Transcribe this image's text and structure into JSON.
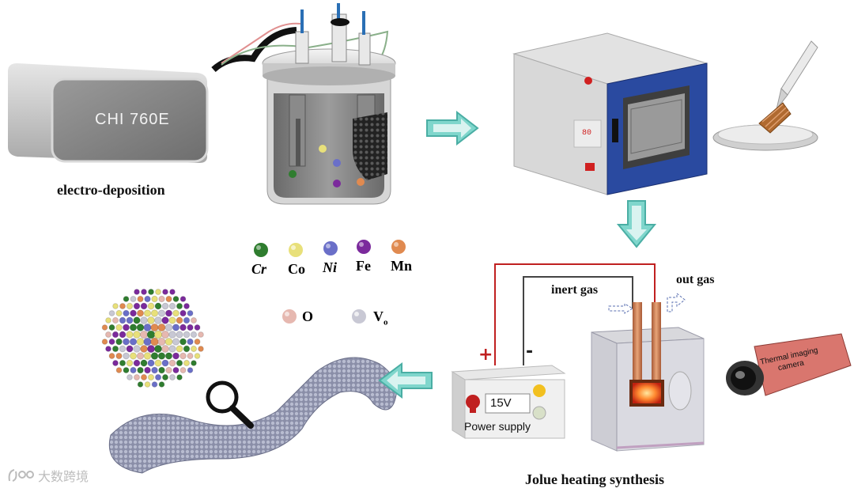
{
  "potentiostat_label": "CHI 760E",
  "step_labels": {
    "electrodeposition": "electro-deposition",
    "joule": "Jolue heating synthesis"
  },
  "oven_display": "80",
  "elements": [
    {
      "symbol": "Cr",
      "color": "#2f7d2f"
    },
    {
      "symbol": "Co",
      "color": "#e8e07a"
    },
    {
      "symbol": "Ni",
      "color": "#6a6fc8"
    },
    {
      "symbol": "Fe",
      "color": "#7b2a9c"
    },
    {
      "symbol": "Mn",
      "color": "#e08a50"
    }
  ],
  "extras": [
    {
      "symbol": "O",
      "color": "#e6b8b0"
    },
    {
      "symbol": "V",
      "subscript": "o",
      "color": "#c8c8d4"
    }
  ],
  "gas": {
    "inert": "inert gas",
    "out": "out gas"
  },
  "power_supply": {
    "voltage": "15V",
    "label": "Power supply",
    "plus": "+",
    "minus": "-"
  },
  "camera_label": {
    "line1": "Thermal imaging",
    "line2": "camera"
  },
  "watermark": "大数跨境"
}
